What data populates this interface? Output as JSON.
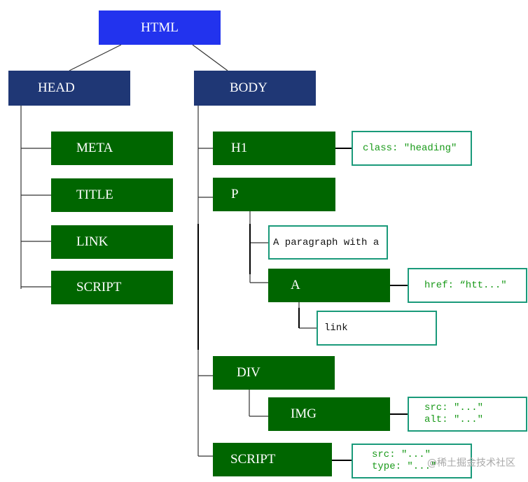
{
  "root": {
    "label": "HTML"
  },
  "head": {
    "label": "HEAD",
    "children": [
      "META",
      "TITLE",
      "LINK",
      "SCRIPT"
    ]
  },
  "body": {
    "label": "BODY",
    "h1": {
      "label": "H1",
      "attr": "class: \"heading\""
    },
    "p": {
      "label": "P",
      "text": "A paragraph with a",
      "a": {
        "label": "A",
        "attr": "href: “htt...\"",
        "text": "link"
      }
    },
    "div": {
      "label": "DIV",
      "img": {
        "label": "IMG",
        "attr_line1": "src: \"...\"",
        "attr_line2": "alt: \"...\""
      }
    },
    "script": {
      "label": "SCRIPT",
      "attr_line1": "src: \"...\"",
      "attr_line2": "type: \"...\""
    }
  },
  "watermark": "@稀土掘金技术社区",
  "colors": {
    "root": "#2233ee",
    "section": "#1f3775",
    "element": "#006600",
    "attr_border": "#1a9a7a",
    "attr_text": "#1a9a1a"
  }
}
